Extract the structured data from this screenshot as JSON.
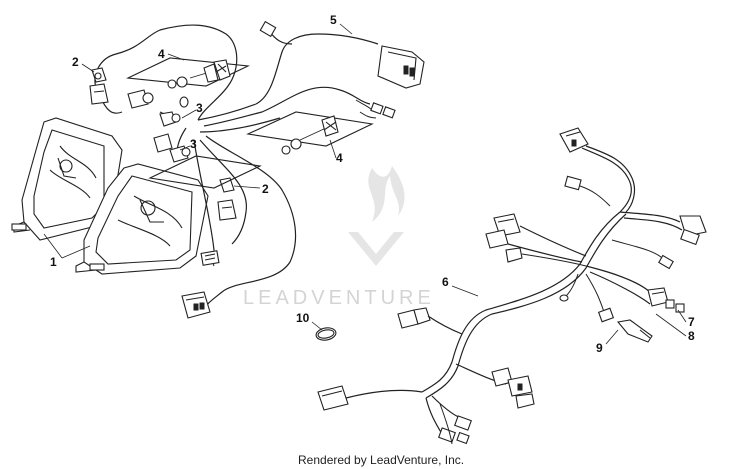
{
  "diagram": {
    "callouts": [
      "1",
      "2",
      "2",
      "3",
      "3",
      "4",
      "4",
      "5",
      "6",
      "7",
      "8",
      "9",
      "10"
    ],
    "watermark": "LEADVENTURE",
    "credit": "Rendered by LeadVenture, Inc."
  }
}
